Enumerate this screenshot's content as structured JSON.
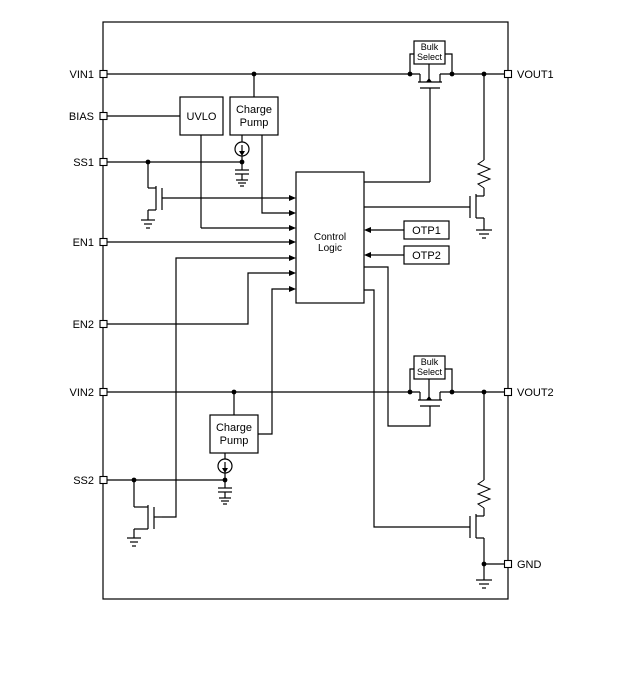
{
  "pins": {
    "vin1": "VIN1",
    "bias": "BIAS",
    "ss1": "SS1",
    "en1": "EN1",
    "en2": "EN2",
    "vin2": "VIN2",
    "ss2": "SS2",
    "vout1": "VOUT1",
    "vout2": "VOUT2",
    "gnd": "GND"
  },
  "blocks": {
    "uvlo": "UVLO",
    "charge_pump_1": [
      "Charge",
      "Pump"
    ],
    "charge_pump_2": [
      "Charge",
      "Pump"
    ],
    "control_logic": [
      "Control",
      "Logic"
    ],
    "otp1": "OTP1",
    "otp2": "OTP2",
    "bulk_select_1": [
      "Bulk",
      "Select"
    ],
    "bulk_select_2": [
      "Bulk",
      "Select"
    ]
  }
}
